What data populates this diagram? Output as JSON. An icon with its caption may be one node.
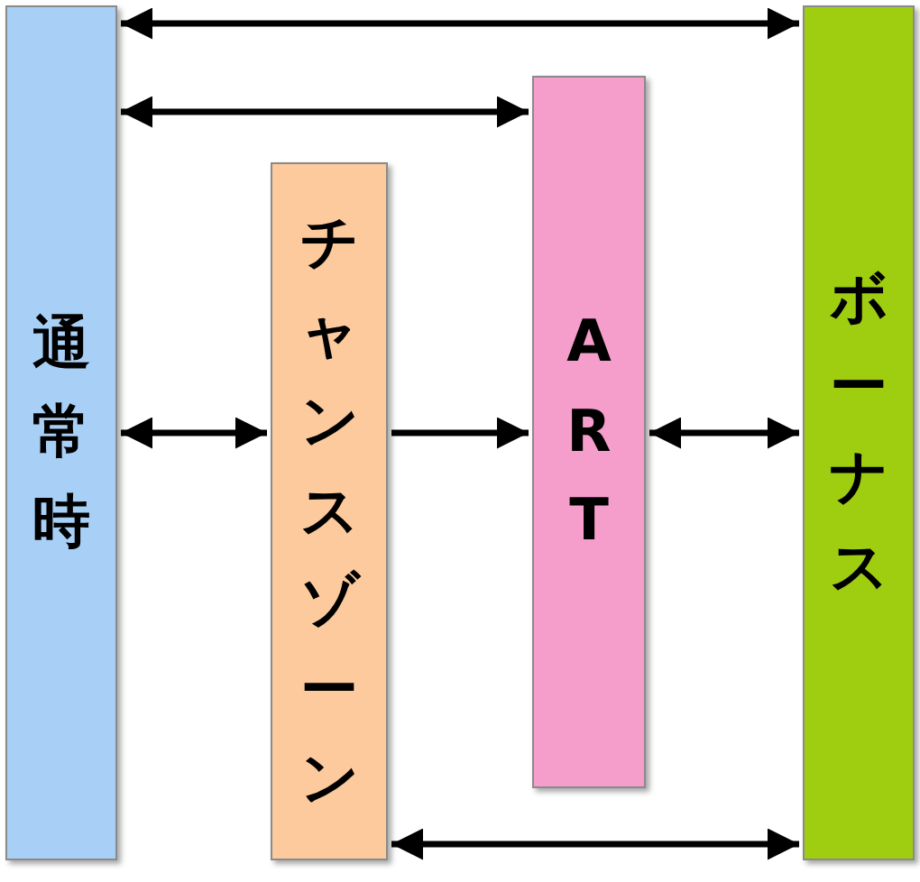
{
  "diagram": {
    "nodes": [
      {
        "text": [
          "通常時"
        ]
      },
      {
        "text": [
          "チャンスゾーン"
        ]
      },
      {
        "text": [
          "ART"
        ]
      },
      {
        "text": [
          "ボーナス"
        ]
      }
    ],
    "edges": [
      {
        "from": 0,
        "to": 3,
        "arrow": "both"
      },
      {
        "from": 0,
        "to": 2,
        "arrow": "both"
      },
      {
        "from": 0,
        "to": 1,
        "arrow": "both"
      },
      {
        "from": 1,
        "to": 2,
        "arrow": "to"
      },
      {
        "from": 2,
        "to": 3,
        "arrow": "both"
      },
      {
        "from": 1,
        "to": 3,
        "arrow": "both"
      }
    ]
  }
}
